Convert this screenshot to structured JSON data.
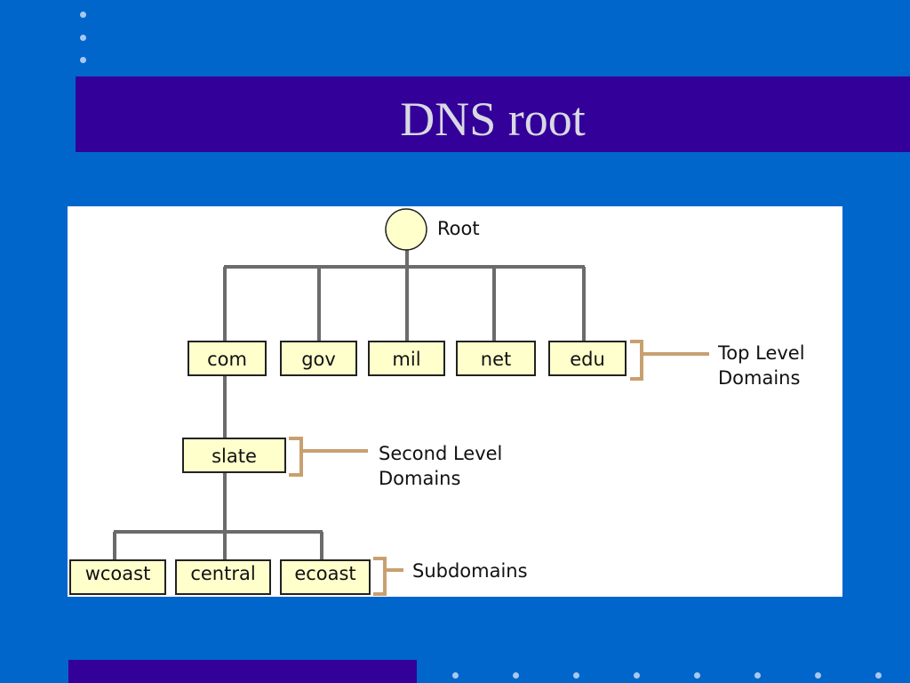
{
  "slide": {
    "title": "DNS root",
    "colors": {
      "background": "#0066cc",
      "band": "#330099",
      "title_text": "#d9d9e3",
      "node_fill": "#ffffcc",
      "connector": "#6b6b6b",
      "bracket": "#c8a070"
    }
  },
  "diagram": {
    "root": {
      "label": "Root"
    },
    "top_level": [
      "com",
      "gov",
      "mil",
      "net",
      "edu"
    ],
    "second_level": [
      "slate"
    ],
    "subdomains": [
      "wcoast",
      "central",
      "ecoast"
    ],
    "annotations": {
      "top_level": [
        "Top Level",
        "Domains"
      ],
      "second_level": [
        "Second Level",
        "Domains"
      ],
      "subdomains": [
        "Subdomains"
      ]
    }
  }
}
